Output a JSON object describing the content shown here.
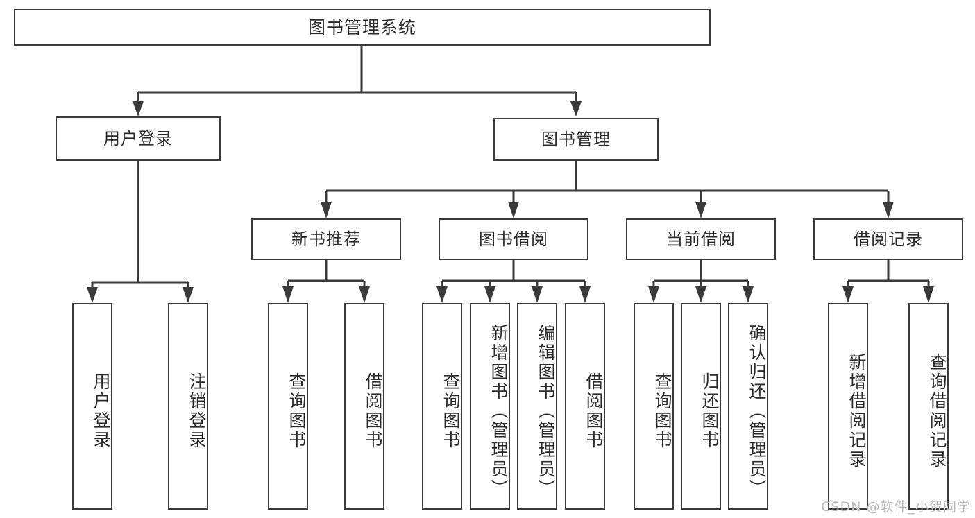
{
  "diagram": {
    "title": "图书管理系统",
    "type": "tree-hierarchy-chart",
    "watermark": "CSDN @软件_小贺同学",
    "colors": {
      "stroke": "#3a3a3a",
      "fill": "#ffffff",
      "text": "#2b2b2b",
      "watermark": "#b9b9b9"
    }
  },
  "nodes": {
    "root": {
      "label": "图书管理系统"
    },
    "level2": [
      {
        "label": "用户登录"
      },
      {
        "label": "图书管理"
      }
    ],
    "level3": [
      {
        "label": "新书推荐"
      },
      {
        "label": "图书借阅"
      },
      {
        "label": "当前借阅"
      },
      {
        "label": "借阅记录"
      }
    ],
    "leaves": {
      "user_login": [
        {
          "label": "用户登录"
        },
        {
          "label": "注销登录"
        }
      ],
      "new_book_recommend": [
        {
          "label": "查询图书"
        },
        {
          "label": "借阅图书"
        }
      ],
      "book_borrow": [
        {
          "label": "查询图书"
        },
        {
          "label": "新增图书（管理员）"
        },
        {
          "label": "编辑图书（管理员）"
        },
        {
          "label": "借阅图书"
        }
      ],
      "current_borrow": [
        {
          "label": "查询图书"
        },
        {
          "label": "归还图书"
        },
        {
          "label": "确认归还（管理员）"
        }
      ],
      "borrow_record": [
        {
          "label": "新增借阅记录"
        },
        {
          "label": "查询借阅记录"
        }
      ]
    }
  }
}
